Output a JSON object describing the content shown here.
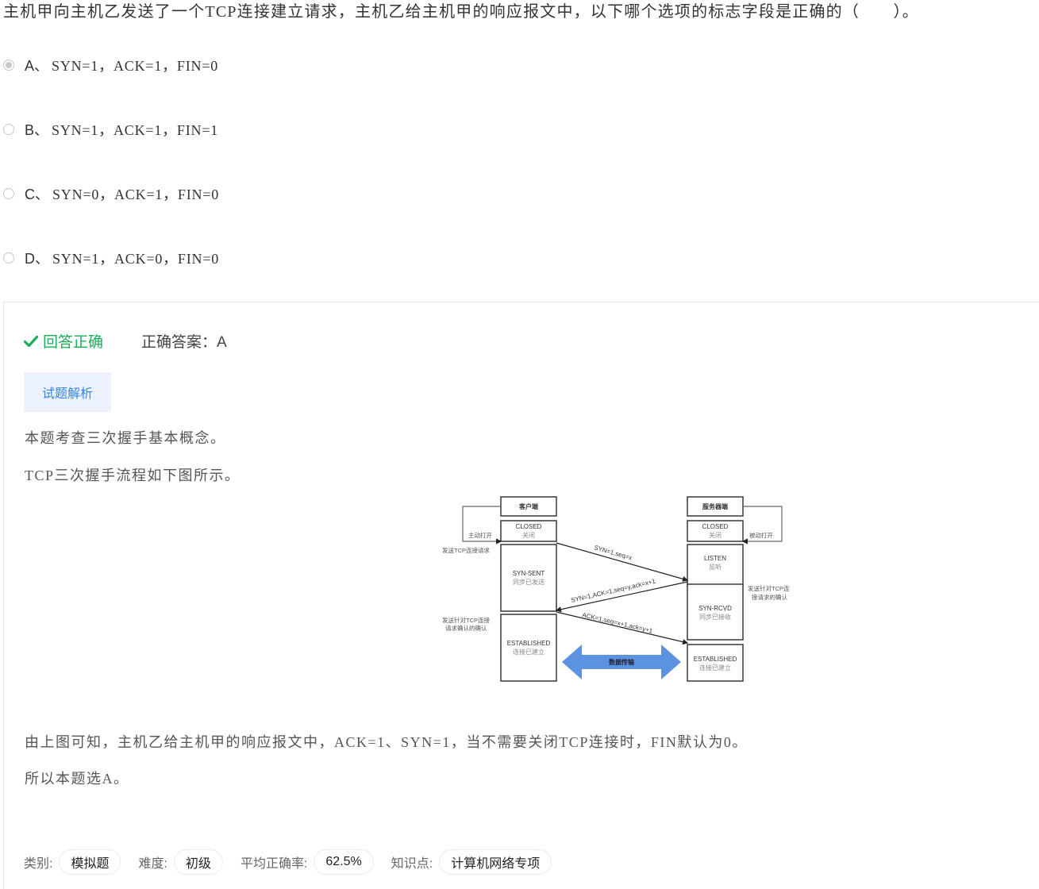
{
  "question": {
    "text": "主机甲向主机乙发送了一个TCP连接建立请求，主机乙给主机甲的响应报文中，以下哪个选项的标志字段是正确的（　　）。"
  },
  "options": [
    {
      "letter": "A、",
      "text": "SYN=1，ACK=1，FIN=0",
      "selected": true
    },
    {
      "letter": "B、",
      "text": "SYN=1，ACK=1，FIN=1",
      "selected": false
    },
    {
      "letter": "C、",
      "text": "SYN=0，ACK=1，FIN=0",
      "selected": false
    },
    {
      "letter": "D、",
      "text": "SYN=1，ACK=0，FIN=0",
      "selected": false
    }
  ],
  "result": {
    "status": "回答正确",
    "status_color": "#1aad5a",
    "answer_label": "正确答案：A"
  },
  "analysis": {
    "button_label": "试题解析",
    "para1": "本题考查三次握手基本概念。",
    "para2": "TCP三次握手流程如下图所示。",
    "para3": "由上图可知，主机乙给主机甲的响应报文中，ACK=1、SYN=1，当不需要关闭TCP连接时，FIN默认为0。",
    "para4": "所以本题选A。"
  },
  "diagram": {
    "client_title": "客户端",
    "server_title": "服务器端",
    "client_closed": "CLOSED",
    "client_closed_cn": "关闭",
    "client_syn_sent": "SYN-SENT",
    "client_syn_sent_cn": "同步已发送",
    "client_established": "ESTABLISHED",
    "client_established_cn": "连接已建立",
    "server_closed": "CLOSED",
    "server_closed_cn": "关闭",
    "server_listen": "LISTEN",
    "server_listen_cn": "监听",
    "server_syn_rcvd": "SYN-RCVD",
    "server_syn_rcvd_cn": "同步已接收",
    "server_established": "ESTABLISHED",
    "server_established_cn": "连接已建立",
    "active_open": "主动打开",
    "passive_open": "被动打开",
    "send_request": "发送TCP连接请求",
    "send_ack_line1": "发送针对TCP连接",
    "send_ack_line2": "请求确认的确认",
    "server_ack_line1": "发送针对TCP连",
    "server_ack_line2": "接请求的确认",
    "msg1": "SYN=1,seq=x",
    "msg2": "SYN=1,ACK=1,seq=y,ack=x+1",
    "msg3": "ACK=1,seq=x+1,ack=y+1",
    "data_transfer": "数据传输",
    "arrow_color": "#5b93e0"
  },
  "meta": {
    "category_label": "类别:",
    "category": "模拟题",
    "difficulty_label": "难度:",
    "difficulty": "初级",
    "accuracy_label": "平均正确率:",
    "accuracy": "62.5%",
    "knowledge_label": "知识点:",
    "knowledge": "计算机网络专项"
  }
}
